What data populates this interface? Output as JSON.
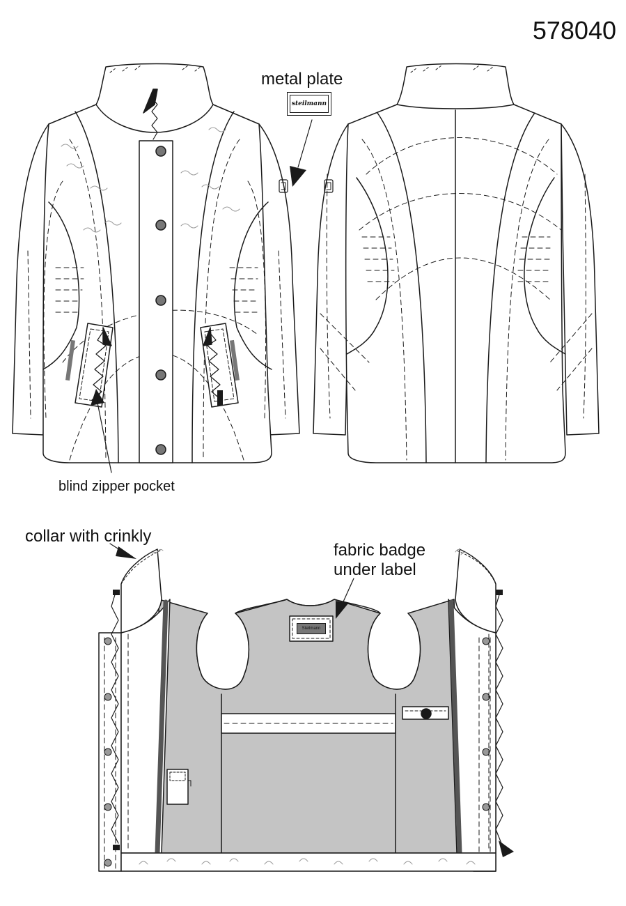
{
  "style_number": "578040",
  "callouts": {
    "metal_plate": "metal plate",
    "blind_zipper_pocket": "blind zipper pocket",
    "collar_with_crinkly": "collar with crinkly",
    "fabric_badge_line1": "fabric badge",
    "fabric_badge_line2": "under label"
  },
  "brand_marks": {
    "metal_plate_text": "steilmann",
    "fabric_badge_text": "Steilmann"
  },
  "colors": {
    "outline": "#1a1a1a",
    "lining": "#c4c4c4",
    "zipper_tape": "#555555",
    "button": "#777777",
    "paper": "#ffffff"
  }
}
